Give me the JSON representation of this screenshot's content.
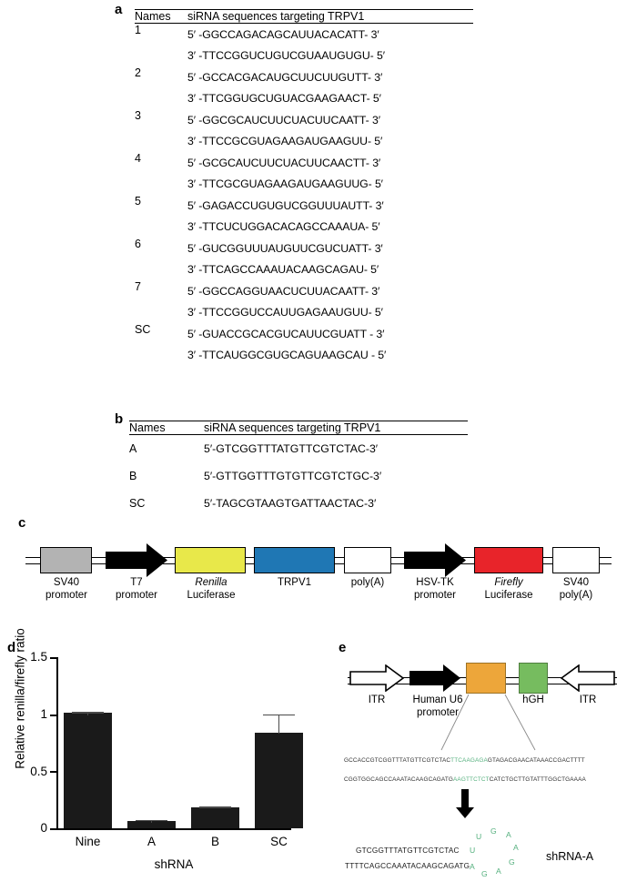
{
  "panels": {
    "a": {
      "letter": "a",
      "header": {
        "names": "Names",
        "sequences": "siRNA sequences targeting TRPV1"
      },
      "rows": [
        {
          "name": "1",
          "sense": "5′ -GGCCAGACAGCAUUACACATT- 3′",
          "anti": "3′ -TTCCGGUCUGUCGUAAUGUGU- 5′"
        },
        {
          "name": "2",
          "sense": "5′ -GCCACGACAUGCUUCUUGUTT- 3′",
          "anti": "3′ -TTCGGUGCUGUACGAAGAACT- 5′"
        },
        {
          "name": "3",
          "sense": "5′ -GGCGCAUCUUCUACUUCAATT- 3′",
          "anti": "3′ -TTCCGCGUAGAAGAUGAAGUU- 5′"
        },
        {
          "name": "4",
          "sense": "5′ -GCGCAUCUUCUACUUCAACTT- 3′",
          "anti": "3′ -TTCGCGUAGAAGAUGAAGUUG- 5′"
        },
        {
          "name": "5",
          "sense": "5′ -GAGACCUGUGUCGGUUUAUTT- 3′",
          "anti": "3′ -TTCUCUGGACACAGCCAAAUA- 5′"
        },
        {
          "name": "6",
          "sense": "5′ -GUCGGUUUAUGUUCGUCUATT- 3′",
          "anti": "3′ -TTCAGCCAAAUACAAGCAGAU- 5′"
        },
        {
          "name": "7",
          "sense": "5′ -GGCCAGGUAACUCUUACAATT- 3′",
          "anti": "3′ -TTCCGGUCCAUUGAGAAUGUU- 5′"
        },
        {
          "name": "SC",
          "sense": "5′ -GUACCGCACGUCAUUCGUATT - 3′",
          "anti": "3′ -TTCAUGGCGUGCAGUAAGCAU - 5′"
        }
      ]
    },
    "b": {
      "letter": "b",
      "header": {
        "names": "Names",
        "sequences": "siRNA sequences targeting TRPV1"
      },
      "rows": [
        {
          "name": "A",
          "sequence": "5′-GTCGGTTTATGTTCGTCTAC-3′"
        },
        {
          "name": "B",
          "sequence": "5′-GTTGGTTTGTGTTCGTCTGC-3′"
        },
        {
          "name": "SC",
          "sequence": "5′-TAGCGTAAGTGATTAACTAC-3′"
        }
      ]
    },
    "c": {
      "letter": "c",
      "elements": [
        {
          "name": "SV40 promoter",
          "label_line1": "SV40",
          "label_line2": "promoter",
          "shape": "box",
          "color": "#b3b3b3",
          "italic_line1": false
        },
        {
          "name": "T7 promoter",
          "label_line1": "T7",
          "label_line2": "promoter",
          "shape": "arrow",
          "color": "#000000",
          "italic_line1": false
        },
        {
          "name": "Renilla Luciferase",
          "label_line1": "Renilla",
          "label_line2": "Luciferase",
          "shape": "box",
          "color": "#e8e84a",
          "italic_line1": true
        },
        {
          "name": "TRPV1",
          "label_line1": "TRPV1",
          "label_line2": "",
          "shape": "box",
          "color": "#1f77b4",
          "italic_line1": false
        },
        {
          "name": "poly(A)",
          "label_line1": "poly(A)",
          "label_line2": "",
          "shape": "box",
          "color": "#ffffff",
          "italic_line1": false
        },
        {
          "name": "HSV-TK promoter",
          "label_line1": "HSV-TK",
          "label_line2": "promoter",
          "shape": "arrow",
          "color": "#000000",
          "italic_line1": false
        },
        {
          "name": "Firefly Luciferase",
          "label_line1": "Firefly",
          "label_line2": "Luciferase",
          "shape": "box",
          "color": "#e8242a",
          "italic_line1": true
        },
        {
          "name": "SV40 poly(A)",
          "label_line1": "SV40",
          "label_line2": "poly(A)",
          "shape": "box",
          "color": "#ffffff",
          "italic_line1": false
        }
      ]
    },
    "d": {
      "letter": "d"
    },
    "e": {
      "letter": "e",
      "elements": [
        {
          "name": "ITR-left",
          "label_line1": "ITR",
          "label_line2": "",
          "shape": "open-arrow-right",
          "color": "#ffffff"
        },
        {
          "name": "Human U6 promoter",
          "label_line1": "Human U6",
          "label_line2": "promoter",
          "shape": "arrow",
          "color": "#000000"
        },
        {
          "name": "shRNA cassette",
          "label_line1": "",
          "label_line2": "",
          "shape": "box",
          "color": "#eda63a"
        },
        {
          "name": "hGH",
          "label_line1": "hGH",
          "label_line2": "",
          "shape": "box",
          "color": "#76bc5f"
        },
        {
          "name": "ITR-right",
          "label_line1": "ITR",
          "label_line2": "",
          "shape": "open-arrow-left",
          "color": "#ffffff"
        }
      ],
      "sequence_top": {
        "pre": "GCCACCGTCGGTTTATGTTCGTCTAC",
        "loop": "TTCAAGAGA",
        "post": "GTAGACGAACATAAACCGACTTTT"
      },
      "sequence_bottom": {
        "pre": "CGGTGGCAGCCAAATACAAGCAGATG",
        "loop": "AAGTTCTCT",
        "post": "CATCTGCTTGTATTTGGCTGAAAA"
      },
      "hairpin": {
        "top_strand": "GTCGGTTTATGTTCGTCTAC",
        "bottom_strand": "TTTTCAGCCAAATACAAGCAGATG",
        "loop_nucleotides": [
          "U",
          "U",
          "G",
          "A",
          "A",
          "G",
          "A",
          "G",
          "A"
        ],
        "label": "shRNA-A"
      }
    }
  },
  "chart_data": {
    "type": "bar",
    "title": "",
    "xlabel": "shRNA",
    "ylabel": "Relative renilla/firefly ratio",
    "categories": [
      "Nine",
      "A",
      "B",
      "SC"
    ],
    "values": [
      1.0,
      0.06,
      0.185,
      0.83
    ],
    "errors": [
      0.012,
      0.015,
      0.005,
      0.16
    ],
    "ylim": [
      0,
      1.5
    ],
    "yticks": [
      0,
      0.5,
      1,
      1.5
    ],
    "ytick_labels": [
      "0",
      "0.5",
      "1",
      "1.5"
    ],
    "grid": false,
    "legend": "none",
    "bar_color": "#1a1a1a",
    "error_color": "#4a4a4a"
  }
}
